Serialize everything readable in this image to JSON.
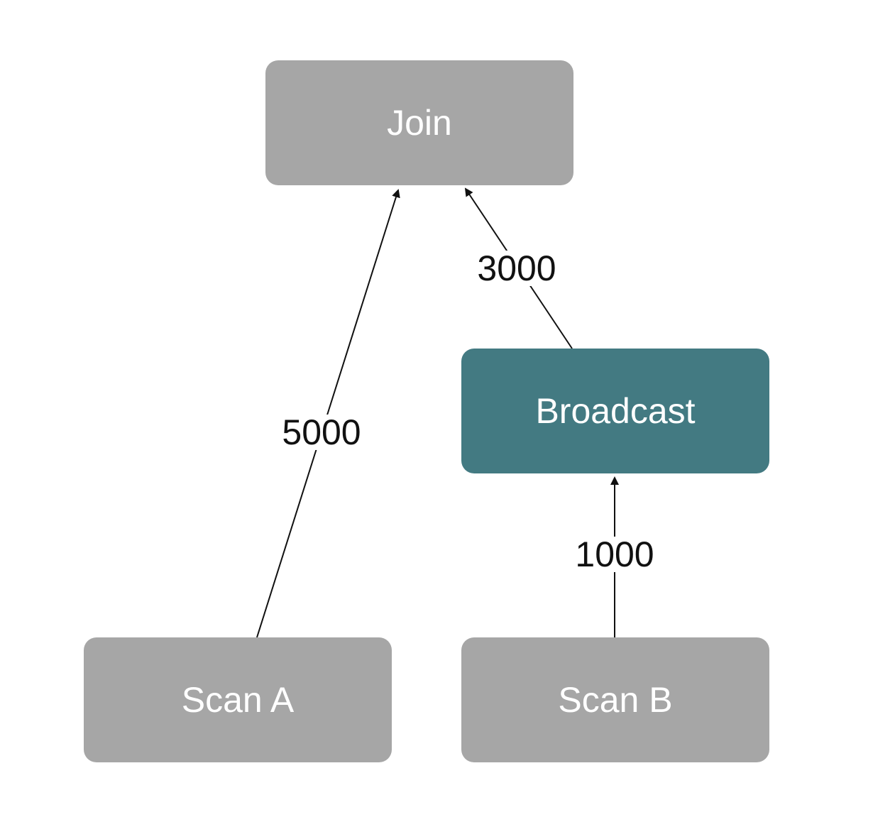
{
  "nodes": {
    "join": "Join",
    "broadcast": "Broadcast",
    "scan_a": "Scan A",
    "scan_b": "Scan B"
  },
  "edges": [
    {
      "from": "Scan A",
      "to": "Join",
      "label": "5000"
    },
    {
      "from": "Broadcast",
      "to": "Join",
      "label": "3000"
    },
    {
      "from": "Scan B",
      "to": "Broadcast",
      "label": "1000"
    }
  ],
  "colors": {
    "gray_node": "#a6a6a6",
    "teal_node": "#437a82",
    "edge": "#111111",
    "node_text": "#ffffff"
  }
}
